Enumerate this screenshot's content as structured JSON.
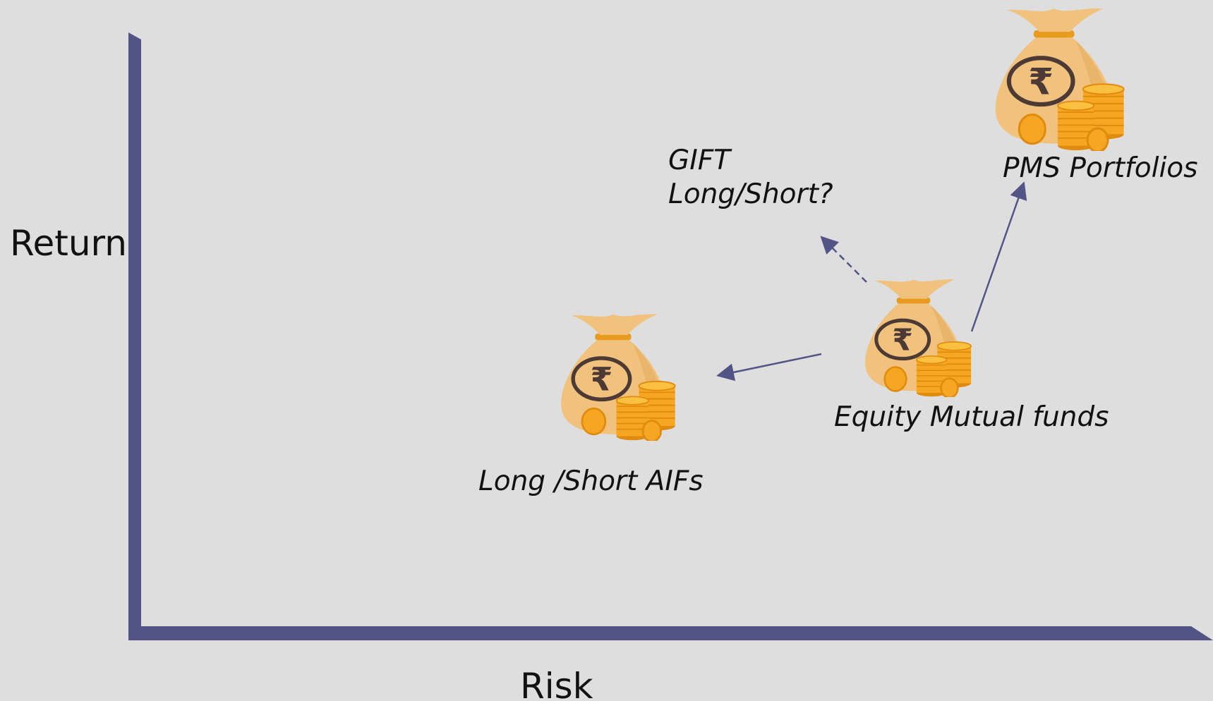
{
  "axes": {
    "y_label": "Return",
    "x_label": "Risk",
    "color": "#525485"
  },
  "nodes": {
    "pms": {
      "label": "PMS Portfolios",
      "icon": "rupee-money-bag-icon"
    },
    "gift": {
      "label_line1": "GIFT",
      "label_line2": "Long/Short?"
    },
    "equity": {
      "label": "Equity Mutual funds",
      "icon": "rupee-money-bag-icon"
    },
    "aif": {
      "label": "Long /Short AIFs",
      "icon": "rupee-money-bag-icon"
    }
  },
  "colors": {
    "background": "#dedede",
    "bag": "#f0c27d",
    "bag_shade": "#e3ab5f",
    "coin": "#f5a623",
    "coin_dark": "#e08a0e",
    "rupee": "#4d3a35",
    "arrow": "#525485"
  }
}
